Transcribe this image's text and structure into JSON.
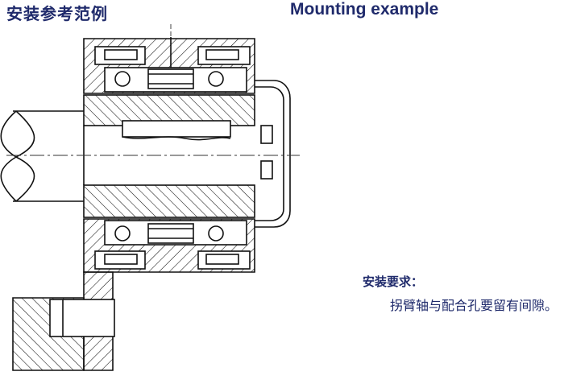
{
  "title_cn": "安装参考范例",
  "title_en": "Mounting example",
  "requirements": {
    "heading": "安装要求：",
    "text": "拐臂轴与配合孔要留有间隙。"
  },
  "colors": {
    "text": "#1f2a6b",
    "line": "#111111",
    "centerline": "#333333"
  }
}
